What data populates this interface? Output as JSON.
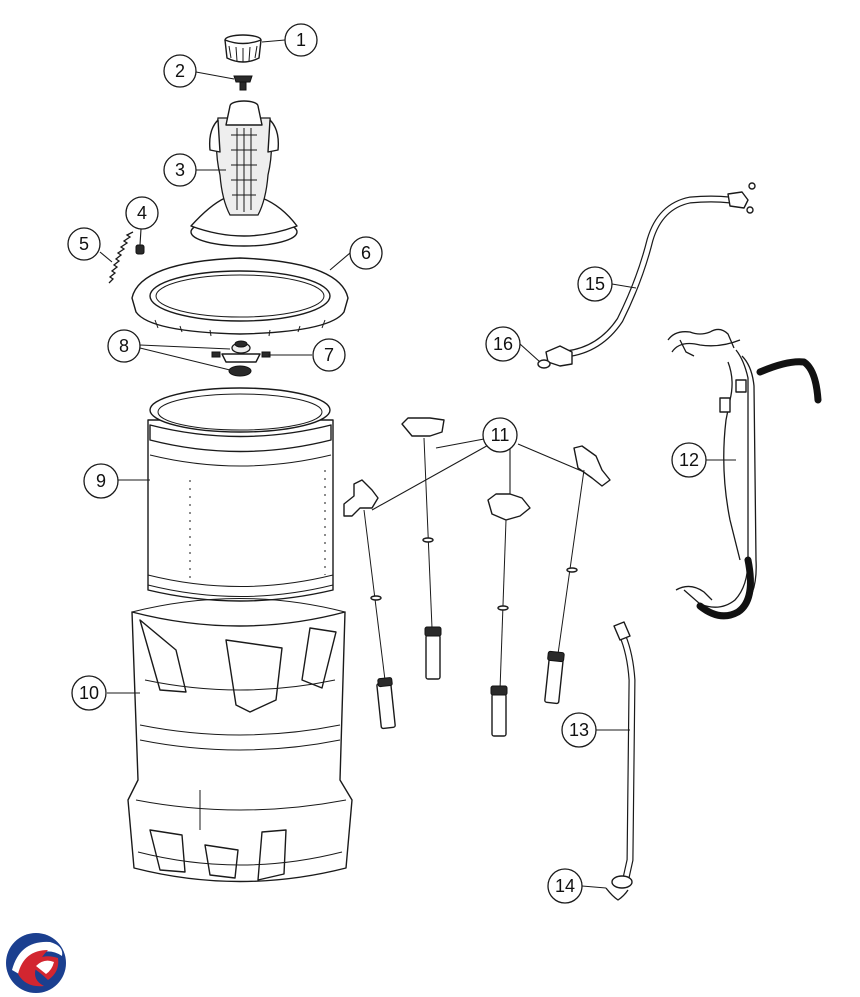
{
  "callouts": [
    {
      "id": "1",
      "label": "1"
    },
    {
      "id": "2",
      "label": "2"
    },
    {
      "id": "3",
      "label": "3"
    },
    {
      "id": "4",
      "label": "4"
    },
    {
      "id": "5",
      "label": "5"
    },
    {
      "id": "6",
      "label": "6"
    },
    {
      "id": "7",
      "label": "7"
    },
    {
      "id": "8",
      "label": "8"
    },
    {
      "id": "9",
      "label": "9"
    },
    {
      "id": "10",
      "label": "10"
    },
    {
      "id": "11",
      "label": "11"
    },
    {
      "id": "12",
      "label": "12"
    },
    {
      "id": "13",
      "label": "13"
    },
    {
      "id": "14",
      "label": "14"
    },
    {
      "id": "15",
      "label": "15"
    },
    {
      "id": "16",
      "label": "16"
    }
  ],
  "logo": {
    "icon": "brand-swirl-logo",
    "colors": [
      "#1b3f8f",
      "#d22630"
    ]
  }
}
